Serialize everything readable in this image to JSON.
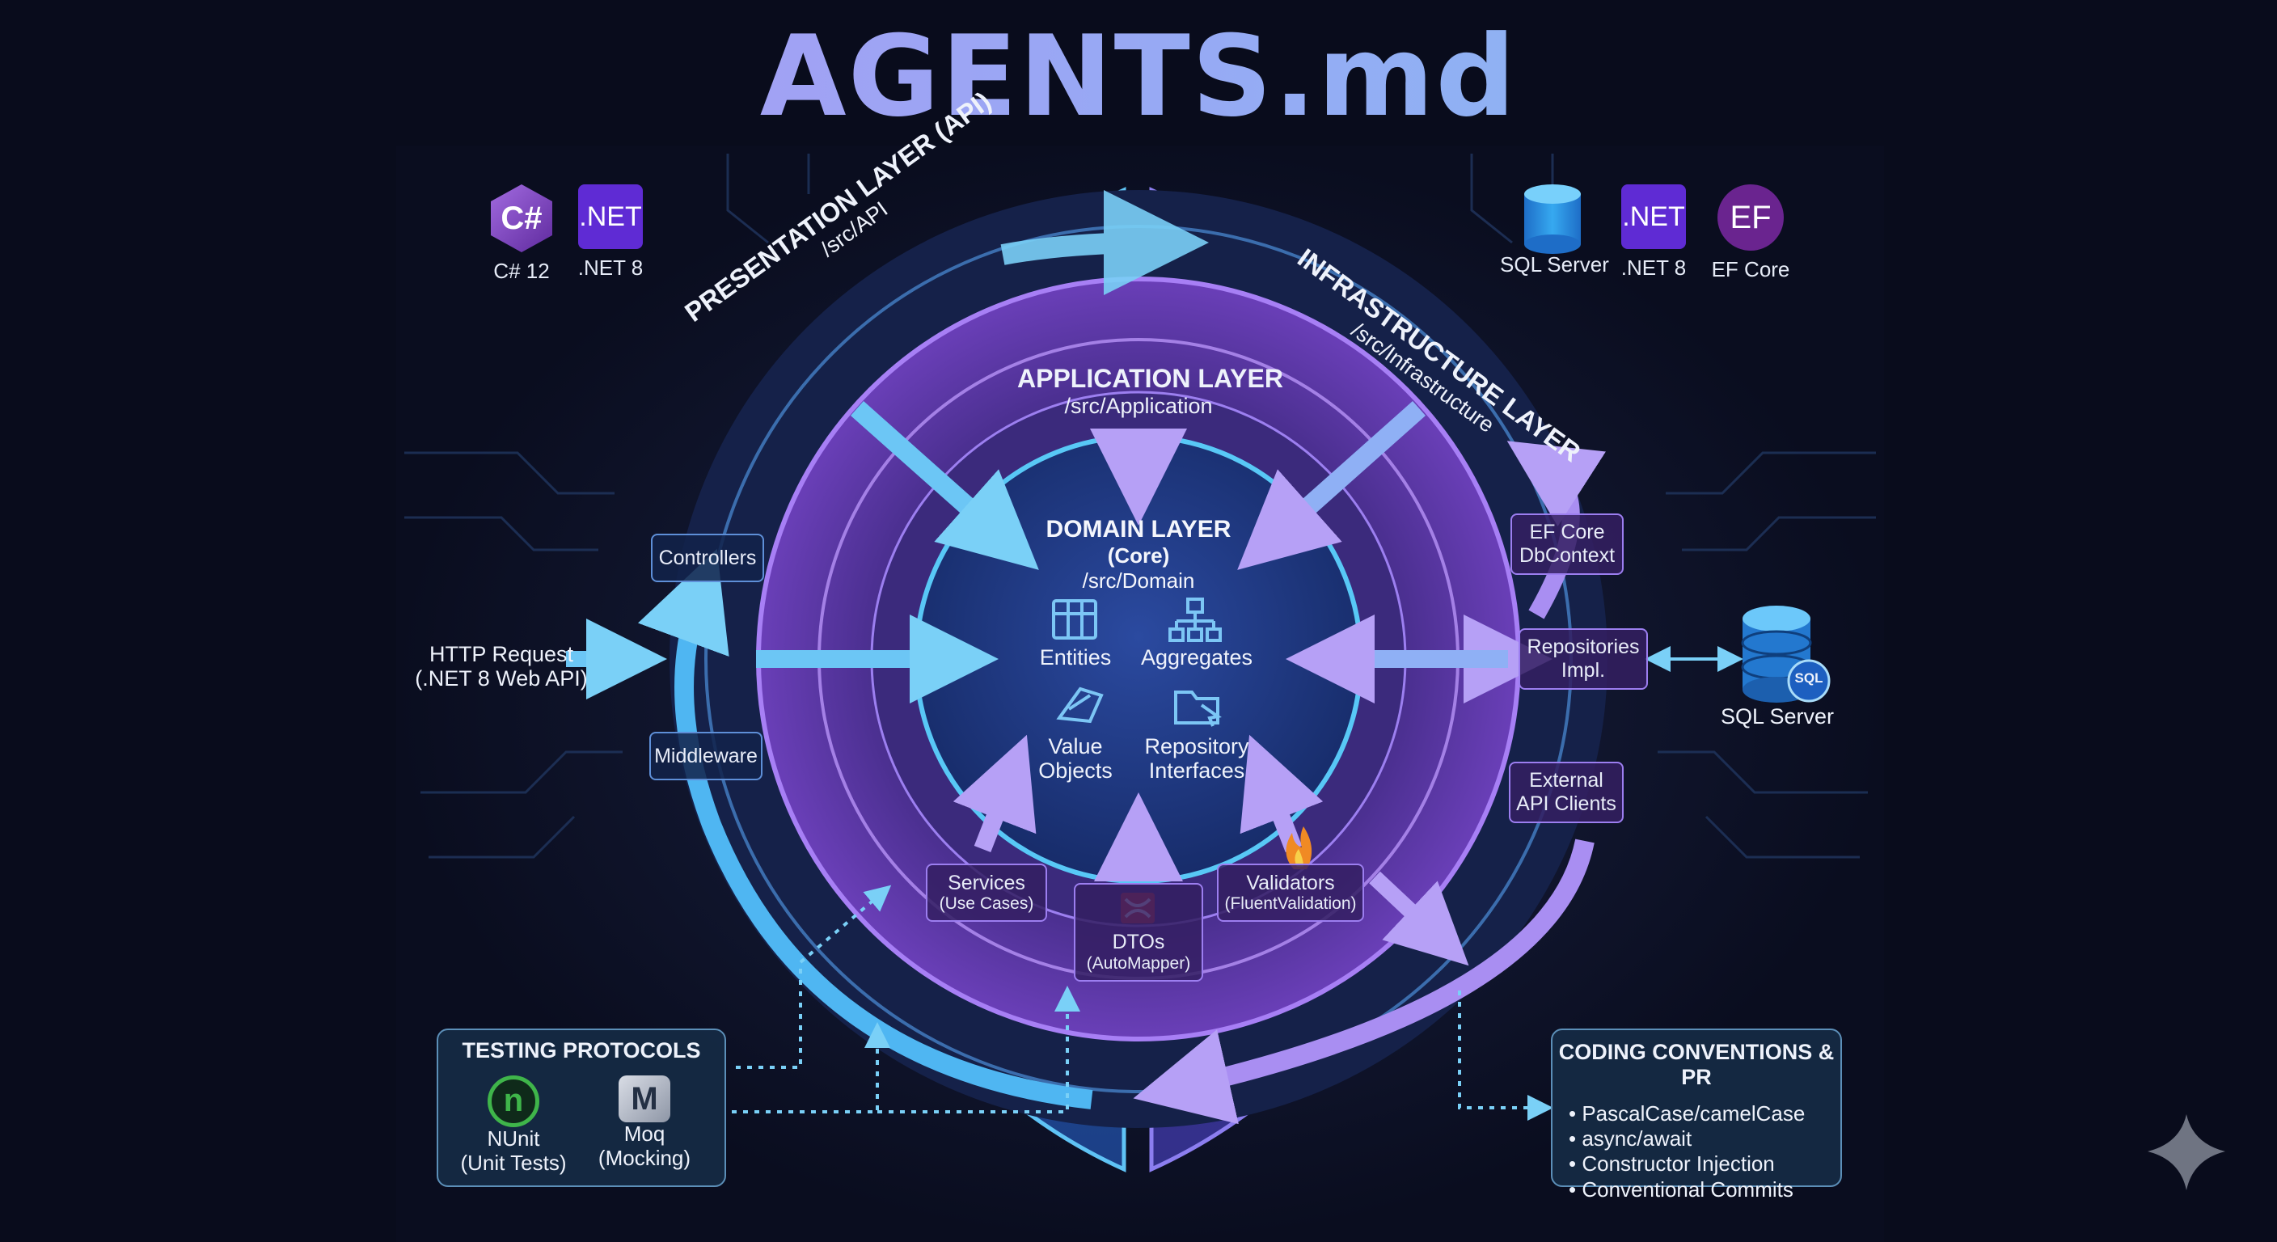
{
  "title": "AGENTS.md",
  "tech_left": [
    {
      "icon": "csharp-hex-icon",
      "glyph": "C#",
      "label": "C# 12"
    },
    {
      "icon": "dotnet-badge-icon",
      "glyph": ".NET",
      "label": ".NET 8"
    }
  ],
  "tech_right": [
    {
      "icon": "database-cylinder-icon",
      "label": "SQL Server"
    },
    {
      "icon": "dotnet-badge-icon",
      "glyph": ".NET",
      "label": ".NET 8"
    },
    {
      "icon": "ef-core-badge-icon",
      "glyph": "EF",
      "label": "EF Core"
    }
  ],
  "layers": {
    "presentation": {
      "name": "PRESENTATION LAYER (API)",
      "path": "/src/API"
    },
    "infrastructure": {
      "name": "INFRASTRUCTURE LAYER",
      "path": "/src/Infrastructure"
    },
    "application": {
      "name": "APPLICATION LAYER",
      "path": "/src/Application"
    },
    "domain": {
      "name": "DOMAIN LAYER",
      "qualifier": "(Core)",
      "path": "/src/Domain"
    }
  },
  "domain_items": [
    {
      "icon": "grid-table-icon",
      "label_lines": [
        "Entities"
      ]
    },
    {
      "icon": "hierarchy-icon",
      "label_lines": [
        "Aggregates"
      ]
    },
    {
      "icon": "gem-icon",
      "label_lines": [
        "Value",
        "Objects"
      ]
    },
    {
      "icon": "folder-cursor-icon",
      "label_lines": [
        "Repository",
        "Interfaces"
      ]
    }
  ],
  "presentation_nodes": {
    "controllers": "Controllers",
    "middleware": "Middleware"
  },
  "http_request": {
    "line1": "HTTP Request",
    "line2": "(.NET 8 Web API)"
  },
  "application_nodes": {
    "services": {
      "line1": "Services",
      "line2": "(Use Cases)"
    },
    "dtos": {
      "line1": "DTOs",
      "line2": "(AutoMapper)",
      "icon": "automapper-icon"
    },
    "validators": {
      "line1": "Validators",
      "line2": "(FluentValidation)",
      "icon": "flame-icon"
    }
  },
  "infrastructure_nodes": {
    "ef_core": {
      "line1": "EF Core",
      "line2": "DbContext"
    },
    "repositories": {
      "line1": "Repositories",
      "line2": "Impl."
    },
    "external": {
      "line1": "External",
      "line2": "API Clients"
    }
  },
  "database": {
    "label": "SQL Server",
    "tag": "SQL",
    "icon": "database-icon"
  },
  "testing": {
    "heading": "TESTING PROTOCOLS",
    "tools": [
      {
        "icon": "nunit-icon",
        "glyph": "n",
        "line1": "NUnit",
        "line2": "(Unit Tests)"
      },
      {
        "icon": "moq-icon",
        "glyph": "M",
        "line1": "Moq",
        "line2": "(Mocking)"
      }
    ]
  },
  "conventions": {
    "heading": "CODING CONVENTIONS & PR",
    "items": [
      "PascalCase/camelCase",
      "async/await",
      "Constructor Injection",
      "Conventional Commits"
    ]
  },
  "colors": {
    "background": "#090c1c",
    "presentation": "#3f9fe8",
    "infrastructure": "#6d5fd8",
    "application": "#8a5ae0",
    "domain": "#1f3f8a",
    "arrow_blue": "#6cc6f5",
    "arrow_purple": "#a98ef2"
  }
}
